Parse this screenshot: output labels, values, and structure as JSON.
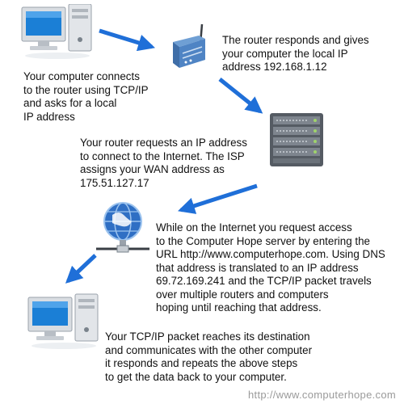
{
  "steps": {
    "computer_connects": "Your computer connects\nto the router using TCP/IP\nand asks for a local\nIP address",
    "router_responds": "The router responds and gives\nyour computer the local IP\naddress 192.168.1.12",
    "router_requests": "Your router requests an IP address\nto connect to the Internet. The ISP\nassigns your WAN address as\n175.51.127.17",
    "internet_request": "While on the Internet you request access\nto the Computer Hope server by entering the\nURL http://www.computerhope.com. Using DNS\nthat address is translated to an IP address\n69.72.169.241 and the TCP/IP packet travels\nover multiple routers and computers\nhoping until reaching that address.",
    "packet_reaches": "Your TCP/IP packet reaches its destination\nand communicates with the other computer\nit responds and repeats the above steps\nto get the data back to your computer."
  },
  "icons": [
    "computer-icon",
    "router-icon",
    "server-icon",
    "globe-network-icon",
    "computer-icon"
  ],
  "colors": {
    "arrow": "#1f6fd8",
    "screen": "#1b7fd6"
  },
  "watermark": "http://www.computerhope.com"
}
